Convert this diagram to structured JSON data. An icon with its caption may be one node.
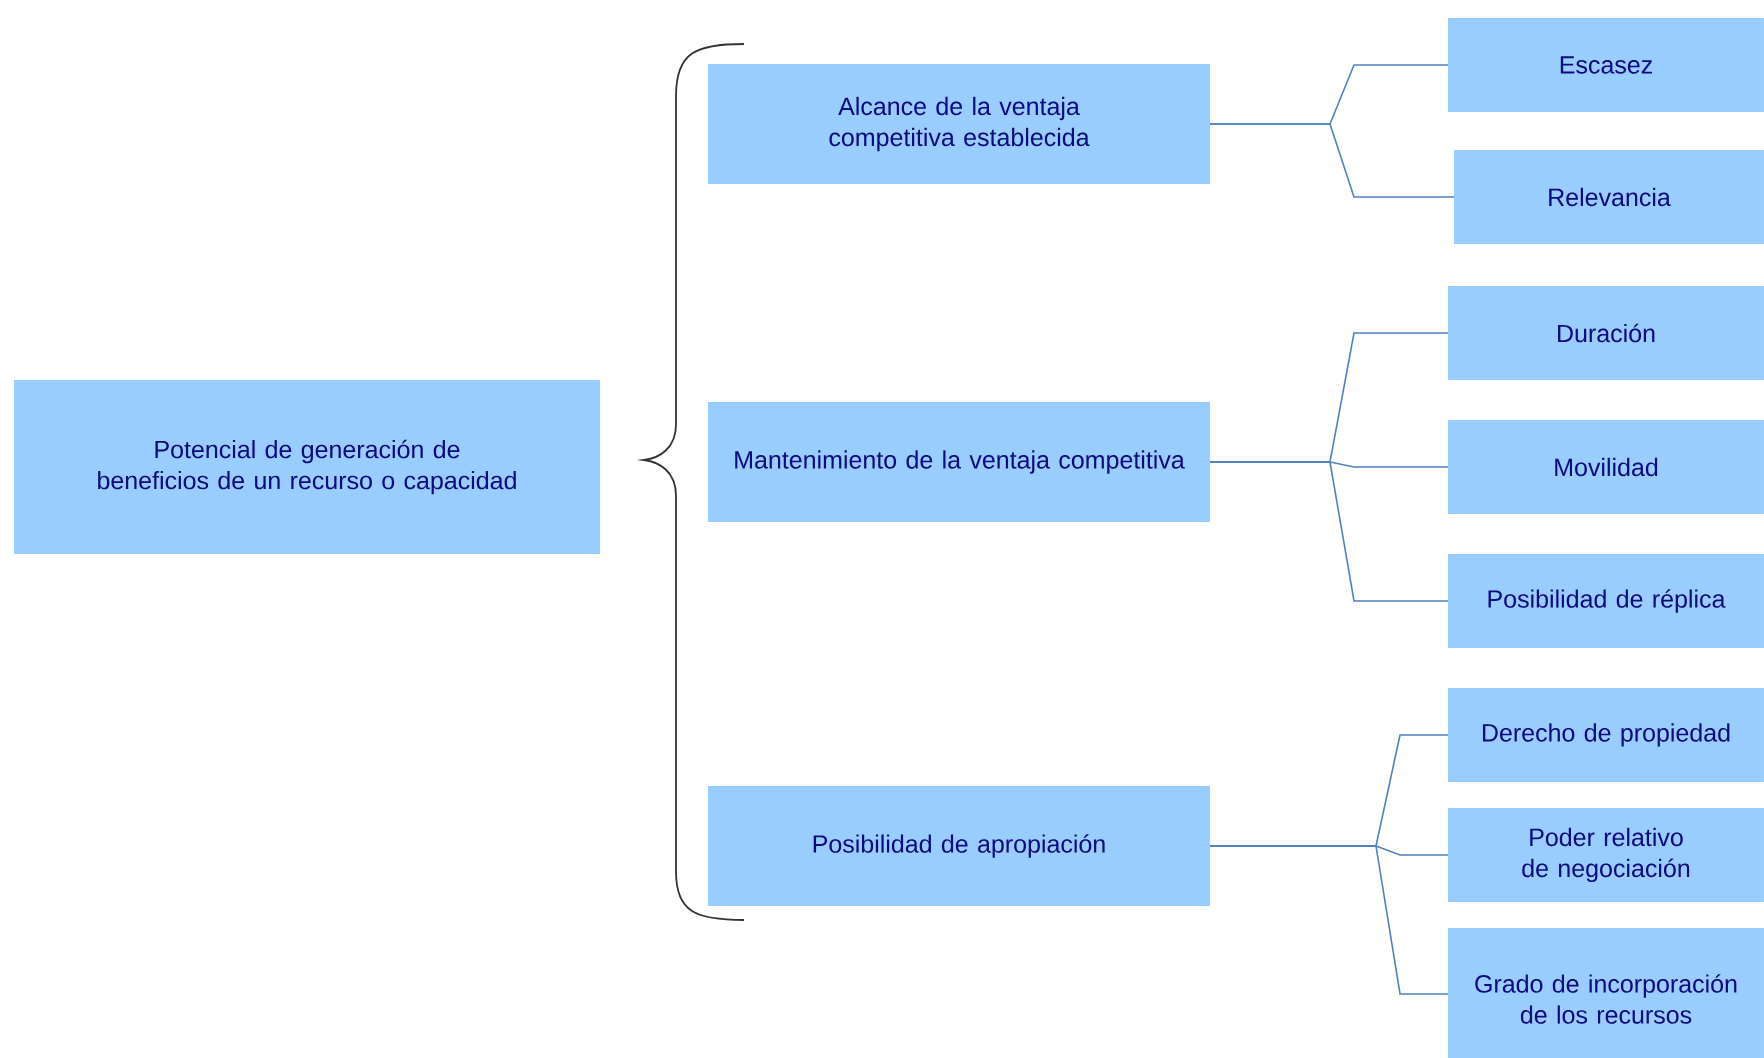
{
  "diagram": {
    "nodes": [
      {
        "text": [
          "Potencial de generación de beneficios de un recurso o capacidad"
        ]
      },
      {
        "text": [
          "Alcance de la ventaja competitiva establecida"
        ]
      },
      {
        "text": [
          "Mantenimiento de la ventaja competitiva"
        ]
      },
      {
        "text": [
          "Posibilidad de apropiación"
        ]
      },
      {
        "text": [
          "Escasez"
        ]
      },
      {
        "text": [
          "Relevancia"
        ]
      },
      {
        "text": [
          "Duración"
        ]
      },
      {
        "text": [
          "Movilidad"
        ]
      },
      {
        "text": [
          "Posibilidad de réplica"
        ]
      },
      {
        "text": [
          "Derecho de propiedad"
        ]
      },
      {
        "text": [
          "Poder relativo de negociación"
        ]
      },
      {
        "text": [
          "Grado de incorporación de los recursos"
        ]
      }
    ],
    "edges": [
      {
        "from": 1,
        "to": 4,
        "arrow": "none"
      },
      {
        "from": 1,
        "to": 5,
        "arrow": "none"
      },
      {
        "from": 2,
        "to": 6,
        "arrow": "none"
      },
      {
        "from": 2,
        "to": 7,
        "arrow": "none"
      },
      {
        "from": 2,
        "to": 8,
        "arrow": "none"
      },
      {
        "from": 3,
        "to": 9,
        "arrow": "none"
      },
      {
        "from": 3,
        "to": 10,
        "arrow": "none"
      },
      {
        "from": 3,
        "to": 11,
        "arrow": "none"
      }
    ]
  }
}
